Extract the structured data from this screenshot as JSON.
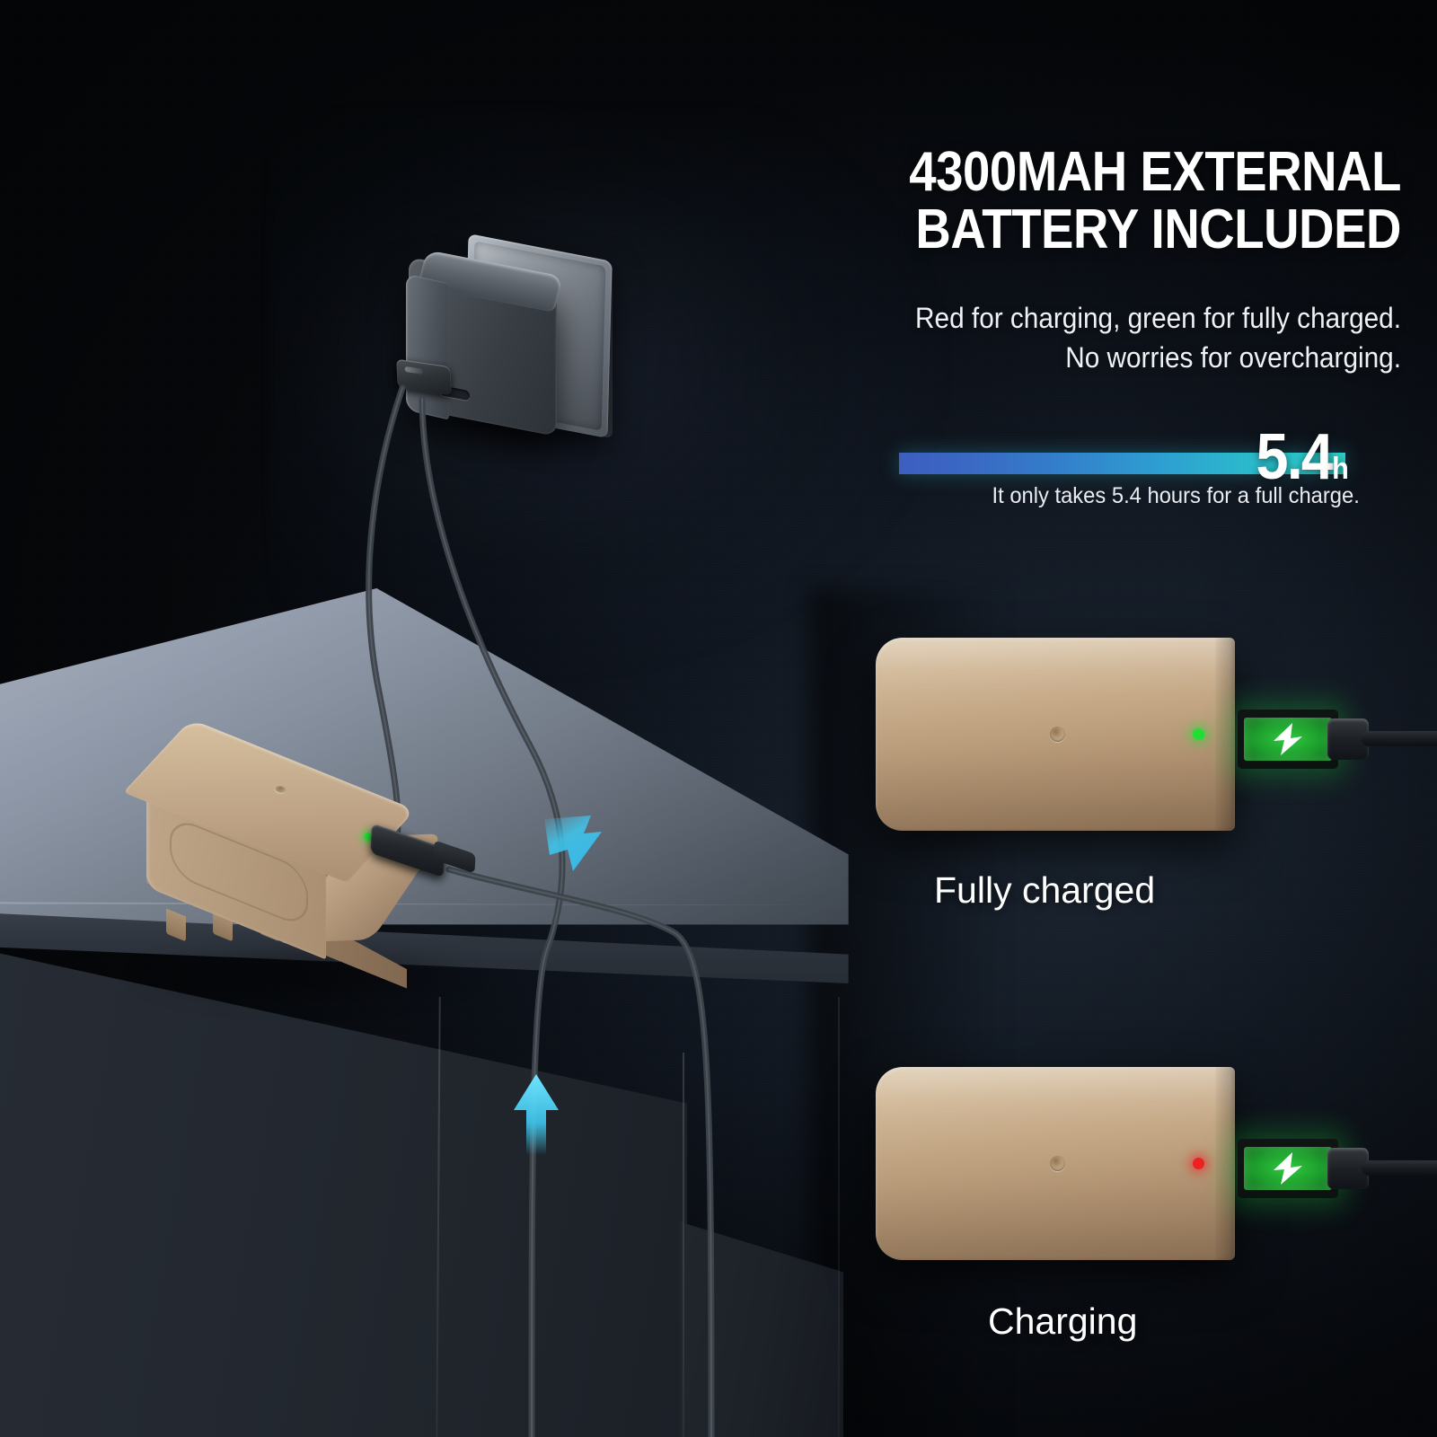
{
  "headline": {
    "line1": "4300MAH EXTERNAL",
    "line2": "BATTERY INCLUDED"
  },
  "subcopy": {
    "line1": "Red for charging, green for fully charged.",
    "line2": "No worries for overcharging."
  },
  "charge_time": {
    "value": "5.4",
    "unit": "h",
    "note": "It only takes 5.4 hours for a full charge.",
    "bar_fill_percent": 100,
    "bar_gradient_start": "#3c5ec0",
    "bar_gradient_end": "#2ccdc4"
  },
  "battery_cards": [
    {
      "caption": "Fully charged",
      "led_state": "green",
      "led_color": "#22dd33",
      "connector_glow_color": "#2fc940",
      "icon": "lightning-bolt-icon"
    },
    {
      "caption": "Charging",
      "led_state": "red",
      "led_color": "#ee2020",
      "connector_glow_color": "#2fc940",
      "icon": "lightning-bolt-icon"
    }
  ],
  "scene": {
    "wall_charger": "usb-c-wall-charger",
    "wall_outlet": "wall-outlet-plate",
    "desk_battery": "np-f-battery-pack",
    "desk_battery_led": "#2ae23a",
    "flow_arrows": [
      {
        "name": "arrow-down-right",
        "color": "#3fc8f0"
      },
      {
        "name": "arrow-up",
        "color": "#3fc8f0"
      }
    ],
    "cable_color": "#3a3f46",
    "desk_surface_color": "#8b95a6",
    "background_color": "#0a0e15",
    "battery_body_color": "#c0a27f"
  }
}
